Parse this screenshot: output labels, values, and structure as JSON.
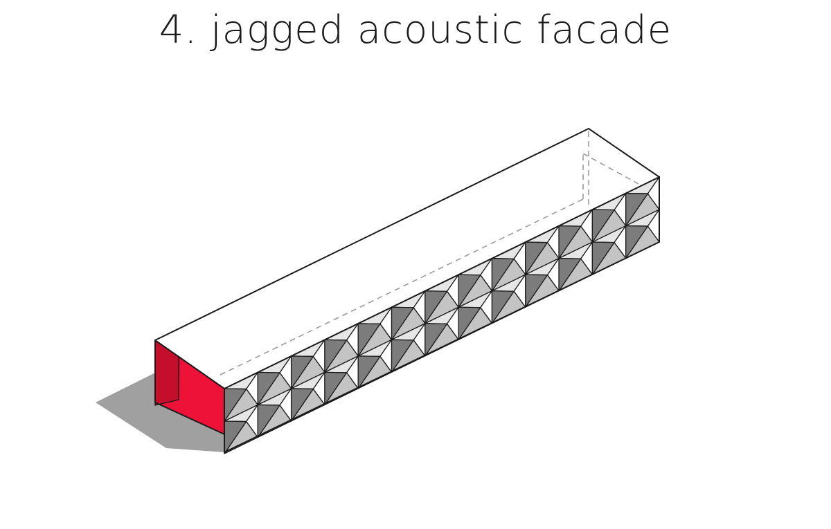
{
  "title": "4. jagged acoustic facade",
  "colors": {
    "accent_red": "#ee1238",
    "accent_red_dark": "#c40e2c",
    "shadow": "#a0a0a0",
    "panel_light": "#e6e6e6",
    "panel_mid": "#c4c4c4",
    "panel_dark": "#7c7c7c",
    "outline": "#1a1a1a",
    "hidden_edge": "#9a9a9a"
  },
  "facade_pattern": {
    "columns": 13,
    "rows": 2
  }
}
